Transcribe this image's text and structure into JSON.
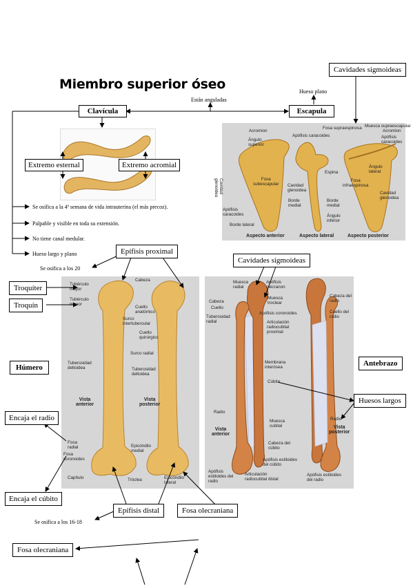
{
  "title": "Miembro superior óseo",
  "clavicula": {
    "label": "Clavícula",
    "extremo_esternal": "Extremo esternal",
    "extremo_acromial": "Extremo acromial",
    "bullets": [
      "Se osifica a la 4ª semana de vida intrauterina (el más precoz).",
      "Palpable y visible en toda su extensión.",
      "No tiene canal medular.",
      "Hueso largo y plano"
    ]
  },
  "link_note": "Están anguladas",
  "escapula": {
    "label": "Escapula",
    "type_note": "Hueso plano",
    "cavidades": "Cavidades sigmoideas",
    "labels": {
      "acromion": "Acromion",
      "angulo_superior": "Ángulo\nsuperior",
      "apofisis_caracoides": "Apófisis caracoides",
      "fosa_supraespinosa": "Fosa supraespinosa",
      "muesca_supraescapular": "Muesca supraescapular",
      "acromion_2": "Acromion",
      "apofisis_caracoides_2": "Apófisis\ncaracoides",
      "cavidad_glenoidea_v": "Cavidad\nglenoidea",
      "fosa_subescapular": "Fosa\nsubescapular",
      "cavidad_glenoidea": "Cavidad\nglenoidea",
      "espina": "Espina",
      "angulo_lateral": "Ángulo\nlateral",
      "fosa_infraespinosa": "Fosa\ninfraespinosa",
      "cavidad_glenoidea_2": "Cavidad\nglenoidea",
      "apofisis_caracoides_3": "Apófisis\ncaracoides",
      "borde_medial": "Borde\nmedial",
      "borde_medial_2": "Borde\nmedial",
      "angulo_inferior": "Ángulo\ninferior",
      "borde_lateral": "Borde lateral",
      "aspecto_anterior": "Aspecto anterior",
      "aspecto_lateral": "Aspecto lateral",
      "aspecto_posterior": "Aspecto posterior"
    }
  },
  "humero": {
    "label": "Húmero",
    "epifisis_proximal": "Epífisis proximal",
    "osifica_20": "Se osifica a los 20",
    "troquiter": "Troquíter",
    "troquin": "Troquín",
    "encaja_radio": "Encaja el radio",
    "encaja_cubito": "Encaja el cúbito",
    "epifisis_distal": "Epífisis distal",
    "fosa_olecraniana": "Fosa olecraniana",
    "osifica_16_18": "Se osifica a los 16-18",
    "labels": {
      "cabeza": "Cabeza",
      "tuberculo_mayor": "Tubérculo\nmayor",
      "tuberculo_menor": "Tubérculo\nmenor",
      "surco_intertubercular": "Surco\nintertubercular",
      "cuello_anatomico": "Cuello\nanatómico",
      "cuello_quirurgico": "Cuello\nquirúrgico",
      "tuberosidad_deltoidea": "Tuberosidad\ndeltoidea",
      "surco_radial": "Surco radial",
      "tuberosidad_deltoidea_2": "Tuberosidad\ndeltoidea",
      "vista_anterior": "Vista\nanterior",
      "vista_posterior": "Vista\nposterior",
      "fosa_radial": "Fosa\nradial",
      "fosa_coronoides": "Fosa\ncoronoides",
      "epicondilo_medial": "Epicóndilo\nmedial",
      "capitulo": "Capítulo",
      "troclea": "Tróclea",
      "epicondilo_lateral": "Epicóndilo\nlateral"
    }
  },
  "antebrazo": {
    "label": "Antebrazo",
    "cavidades": "Cavidades sigmoideas",
    "huesos_largos": "Huesos largos",
    "labels": {
      "muesca_radial": "Muesca\nradial",
      "apofisis_olecranon": "Apófisis\nolécranon",
      "cabeza": "Cabeza",
      "cuello": "Cuello",
      "muesca_troclear": "Muesca\ntroclear",
      "tuberosidad_radial": "Tuberosidad\nradial",
      "apofisis_coronoides": "Apófisis coronoides",
      "articulacion_proximal": "Articulación\nradiocubital\nproximal",
      "cabeza_radio": "Cabeza del\nradio",
      "cuello_radio": "Cuello del\nradio",
      "membrana_interosea": "Membrana\ninterósea",
      "cubito": "Cúbito",
      "radio": "Radio",
      "vista_anterior": "Vista\nanterior",
      "muesca_cubital": "Muesca\ncubital",
      "cabeza_cubito": "Cabeza del\ncúbito",
      "apofisis_estiloides_cubito": "Apófisis estiloides\ndel cúbito",
      "radio_2": "Radio",
      "vista_posterior": "Vista\nposterior",
      "apofisis_estiloides_radio": "Apófisis\nestiloides del\nradio",
      "articulacion_distal": "Articulación\nradiocubital distal",
      "apofisis_estiloides_radio_2": "Apófisis estiloides\ndel radio"
    }
  },
  "fosa_olecraniana_2": "Fosa olecraniana",
  "colors": {
    "bone": "#e8bb62",
    "bone_dark": "#b9822e",
    "forearm_bone": "#c9763c",
    "photo_bg": "#d6d6d6",
    "membrane": "#dde0ef"
  }
}
